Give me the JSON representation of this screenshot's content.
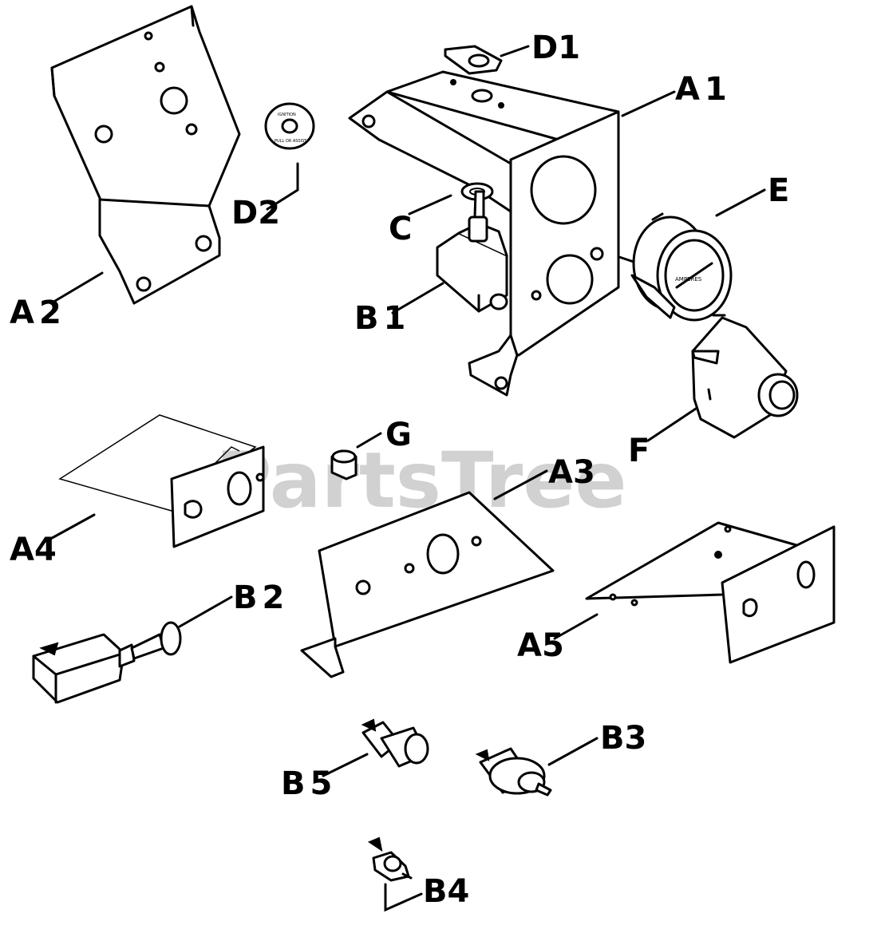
{
  "watermark": {
    "text": "PartsTree"
  },
  "washer_text": {
    "top": "IGNITION",
    "bottom": "PULL OR ASSIST"
  },
  "gauge_text": {
    "face": "AMPERES"
  },
  "labels": {
    "D1": "D1",
    "A1": "A1",
    "A2": "A2",
    "D2": "D2",
    "C": "C",
    "E": "E",
    "B1": "B1",
    "F": "F",
    "G": "G",
    "A3": "A3",
    "A4": "A4",
    "B2": "B2",
    "A5": "A5",
    "B3": "B3",
    "B5": "B5",
    "B4": "B4"
  },
  "colors": {
    "ink": "#000000",
    "paper": "#ffffff",
    "watermark": "#c9c9c9"
  }
}
